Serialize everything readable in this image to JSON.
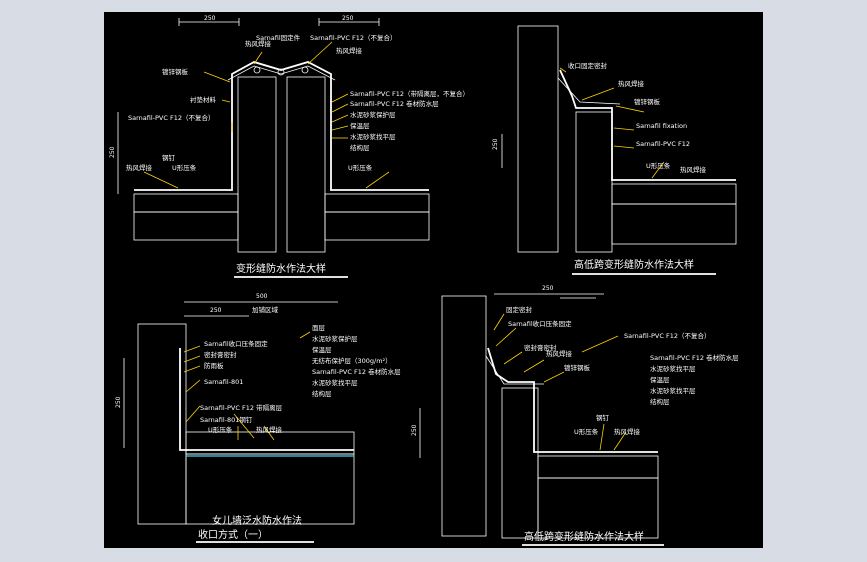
{
  "colors": {
    "background": "#000000",
    "frame": "#d8dce4",
    "line": "#ffffff",
    "leader": "#ffd400",
    "membrane": "#3fd6e8"
  },
  "detail1": {
    "title": "变形缝防水作法大样",
    "dims": [
      "250",
      "250",
      "250"
    ],
    "labels": {
      "fixed_strip": "Sarnafil固定件",
      "pvc_nonreinforced": "Sarnafil-PVC F12（不复合）",
      "hot_air_weld_1": "热风焊接",
      "hot_air_weld_2": "热风焊接",
      "hot_air_weld_3": "热风焊接",
      "galv_sheet": "镀锌钢板",
      "backer": "衬垫材料",
      "pvc_left": "Sarnafil-PVC F12（不复合）",
      "pvc_release": "Sarnafil-PVC F12（带隔离层，不复合）",
      "pvc_membrane": "Sarnafil-PVC F12 卷材防水层",
      "cement_protect": "水泥砂浆保护层",
      "insulation": "保温层",
      "screed": "水泥砂浆找平层",
      "structure": "结构层",
      "nail": "钢钉",
      "u_bar_left": "U形压条",
      "u_bar_right": "U形压条"
    }
  },
  "detail2": {
    "title": "高低跨变形缝防水作法大样",
    "dims": [
      "250"
    ],
    "labels": {
      "seal": "收口固定密封",
      "hot_air_weld_1": "热风焊接",
      "hot_air_weld_2": "热风焊接",
      "galv_sheet": "镀锌钢板",
      "fixation": "Sarnafil fixation",
      "pvc": "Sarnafil-PVC F12",
      "u_bar": "U形压条"
    }
  },
  "detail3": {
    "title": "女儿墙泛水防水作法",
    "subtitle": "收口方式（一）",
    "dims": [
      "500",
      "250",
      "250"
    ],
    "labels": {
      "range": "加铺区域",
      "terminate": "Sarnafil收口压条固定",
      "sealant": "密封膏密封",
      "drip": "防雨板",
      "pvc_801": "Sarnafil-801",
      "pvc_release": "Sarnafil-PVC F12 带隔离层",
      "nail": "Sarnafil-801钢钉",
      "u_bar": "U形压条",
      "weld": "热风焊接",
      "layers": [
        "面层",
        "水泥砂浆保护层",
        "保温层",
        "无纺布保护层（300g/m²）",
        "Sarnafil-PVC F12 卷材防水层",
        "水泥砂浆找平层",
        "结构层"
      ]
    }
  },
  "detail4": {
    "title": "高低跨变形缝防水作法大样",
    "dims": [
      "250",
      "250"
    ],
    "labels": {
      "fixed_seal": "固定密封",
      "terminate": "Sarnafil收口压条固定",
      "sealant": "密封膏密封",
      "weld_1": "热风焊接",
      "weld_2": "热风焊接",
      "galv_sheet": "镀锌钢板",
      "pvc_top": "Sarnafil-PVC F12（不复合）",
      "nail": "钢钉",
      "u_bar": "U形压条",
      "layers": [
        "Sarnafil-PVC F12 卷材防水层",
        "水泥砂浆找平层",
        "保温层",
        "水泥砂浆找平层",
        "结构层"
      ]
    }
  }
}
